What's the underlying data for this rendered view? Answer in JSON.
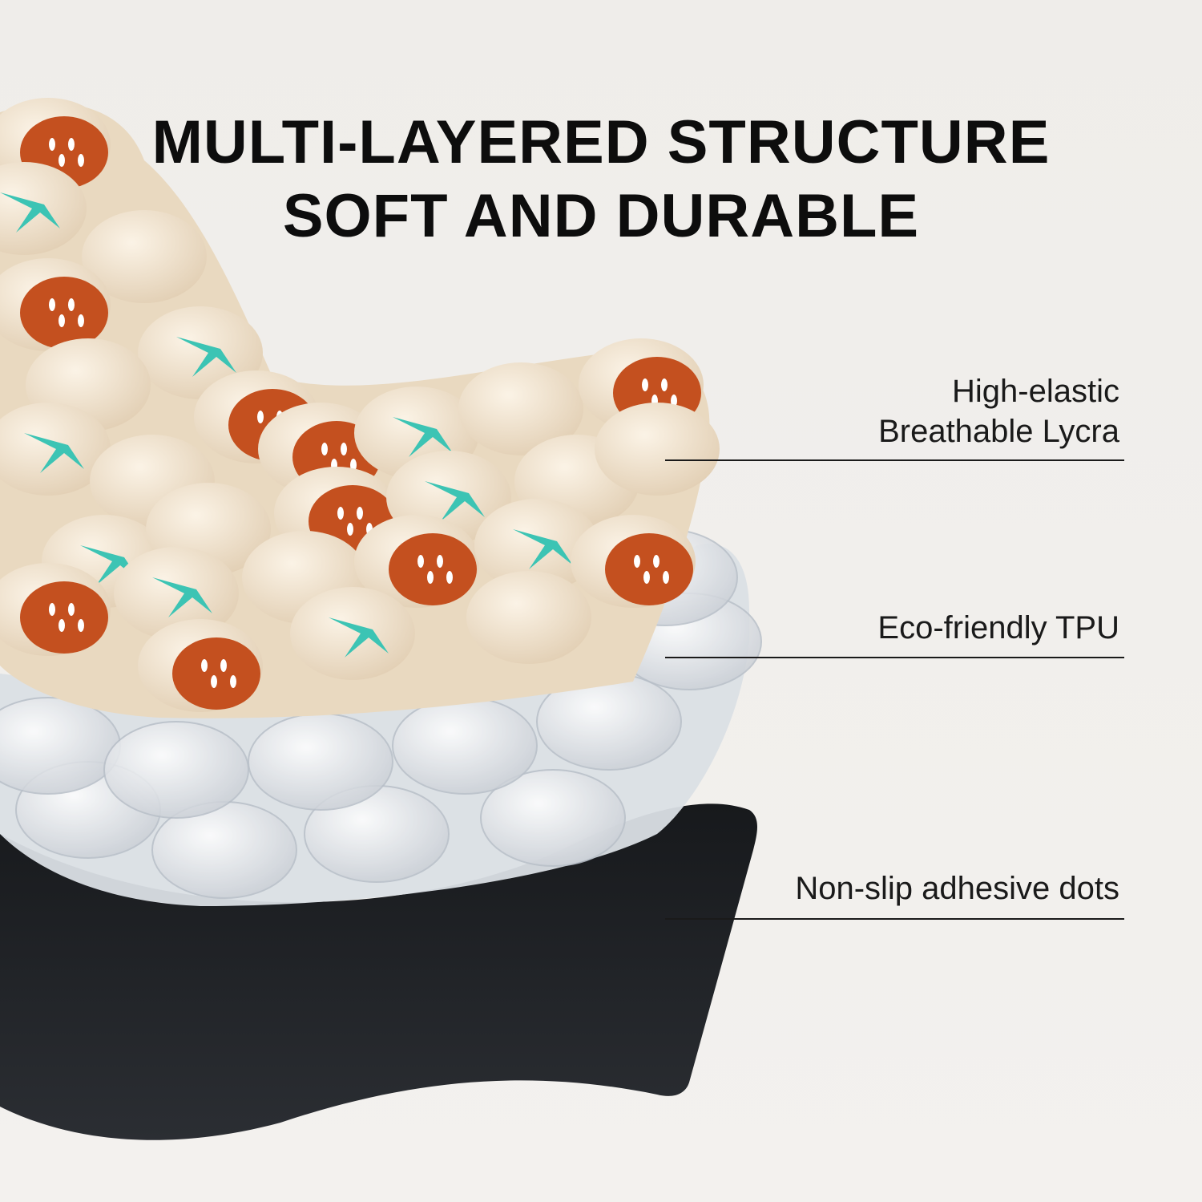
{
  "title": {
    "line1": "MULTI-LAYERED STRUCTURE",
    "line2": "SOFT AND DURABLE"
  },
  "layers": [
    {
      "line1": "High-elastic",
      "line2": "Breathable Lycra"
    },
    {
      "line1": "Eco-friendly TPU"
    },
    {
      "line1": "Non-slip adhesive dots"
    }
  ],
  "colors": {
    "fabric": "#f2e6d3",
    "strawberry": "#c4501f",
    "leaf": "#3cc4b4",
    "tpu": "#dfe3e8",
    "base": "#1e2024"
  }
}
